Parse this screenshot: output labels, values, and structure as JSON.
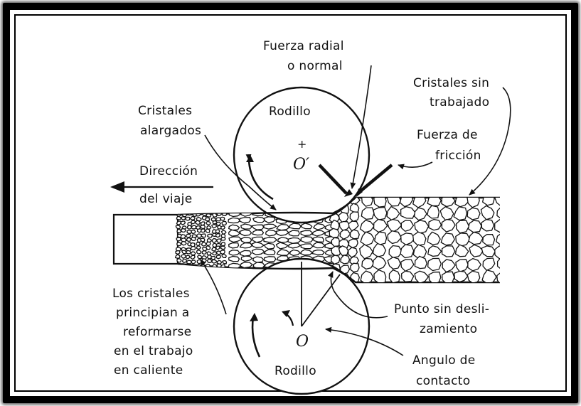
{
  "diagram": {
    "labels": {
      "fuerza_radial_1": "Fuerza radial",
      "fuerza_radial_2": "o normal",
      "cristales_sin_1": "Cristales sin",
      "cristales_sin_2": "trabajado",
      "cristales_alarg_1": "Cristales",
      "cristales_alarg_2": "alargados",
      "rodillo_top": "Rodillo",
      "rodillo_bottom": "Rodillo",
      "fuerza_friccion_1": "Fuerza de",
      "fuerza_friccion_2": "fricción",
      "direccion_1": "Dirección",
      "direccion_2": "del viaje",
      "los_cristales_1": "Los cristales",
      "los_cristales_2": "principian a",
      "los_cristales_3": "reformarse",
      "los_cristales_4": "en el trabajo",
      "los_cristales_5": "en caliente",
      "punto_1": "Punto sin desli-",
      "punto_2": "zamiento",
      "angulo_1": "Angulo de",
      "angulo_2": "contacto",
      "center_top": "O′",
      "center_bottom": "O",
      "plus_mark": "+"
    }
  }
}
